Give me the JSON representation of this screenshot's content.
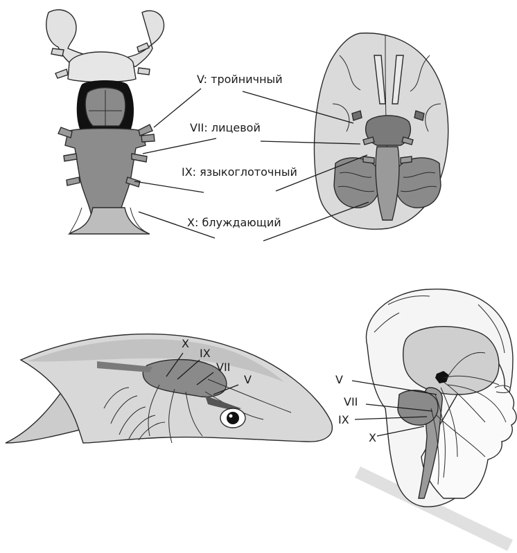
{
  "top_labels": {
    "trigeminal": "V: тройничный",
    "facial": "VII: лицевой",
    "glossopharyngeal": "IX: языкоглоточный",
    "vagus": "X: блуждающий"
  },
  "shark_labels": {
    "x": "X",
    "ix": "IX",
    "vii": "VII",
    "v": "V"
  },
  "human_labels": {
    "v": "V",
    "vii": "VII",
    "ix": "IX",
    "x": "X"
  }
}
